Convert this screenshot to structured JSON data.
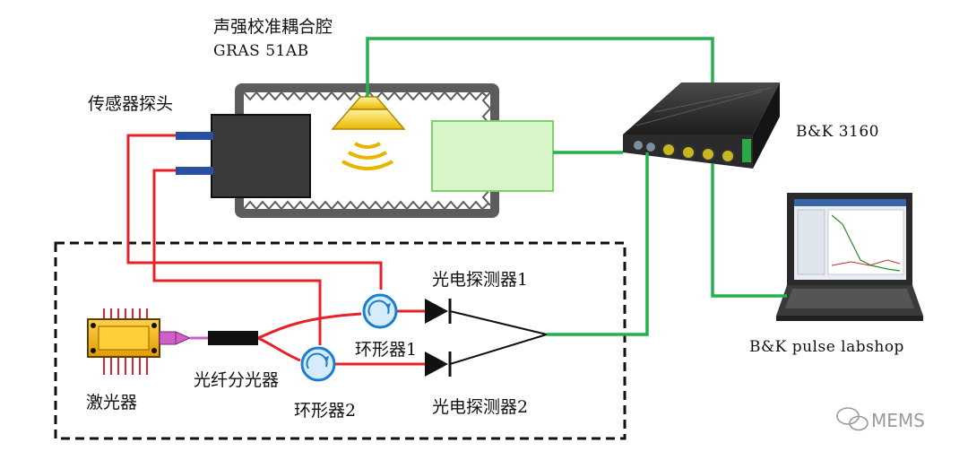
{
  "labels": {
    "coupler_cn": "声强校准耦合腔",
    "coupler_en": "GRAS 51AB",
    "probe": "传感器探头",
    "analyzer": "B&K 3160",
    "software": "B&K pulse labshop",
    "laser": "激光器",
    "splitter": "光纤分光器",
    "circulator1": "环形器1",
    "circulator2": "环形器2",
    "detector1": "光电探测器1",
    "detector2": "光电探测器2"
  },
  "watermark": {
    "text": "MEMS",
    "icon": "wechat-icon"
  },
  "colors": {
    "optical_fiber": "#e8202a",
    "signal_cable": "#22b14c",
    "enclosure": "#555555",
    "probe_body": "#3a3a3a",
    "microphone_box": "#d8f5c8",
    "speaker": "#f2c500",
    "laser_body": "#f3b200",
    "circulator": "#1a7fd0",
    "fiber_connector": "#2a4fa0"
  }
}
